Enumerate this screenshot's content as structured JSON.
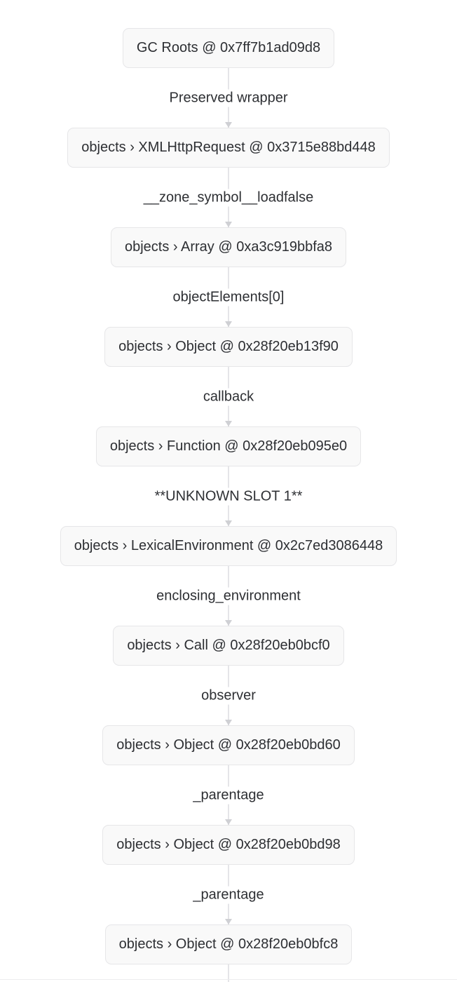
{
  "graph": {
    "colors": {
      "node_background": "#f9f9f9",
      "node_border": "#e6e6e8",
      "text": "#2d2f33",
      "edge_line": "#e5e5e8",
      "edge_arrow": "#cfd0d4"
    },
    "nodes": [
      {
        "label": "GC Roots @ 0x7ff7b1ad09d8"
      },
      {
        "label": "objects › XMLHttpRequest @ 0x3715e88bd448"
      },
      {
        "label": "objects › Array @ 0xa3c919bbfa8"
      },
      {
        "label": "objects › Object @ 0x28f20eb13f90"
      },
      {
        "label": "objects › Function @ 0x28f20eb095e0"
      },
      {
        "label": "objects › LexicalEnvironment @ 0x2c7ed3086448"
      },
      {
        "label": "objects › Call @ 0x28f20eb0bcf0"
      },
      {
        "label": "objects › Object @ 0x28f20eb0bd60"
      },
      {
        "label": "objects › Object @ 0x28f20eb0bd98"
      },
      {
        "label": "objects › Object @ 0x28f20eb0bfc8"
      }
    ],
    "edges": [
      {
        "label": "Preserved wrapper"
      },
      {
        "label": "__zone_symbol__loadfalse"
      },
      {
        "label": "objectElements[0]"
      },
      {
        "label": "callback"
      },
      {
        "label": "**UNKNOWN SLOT 1**"
      },
      {
        "label": "enclosing_environment"
      },
      {
        "label": "observer"
      },
      {
        "label": "_parentage"
      },
      {
        "label": "_parentage"
      }
    ]
  }
}
